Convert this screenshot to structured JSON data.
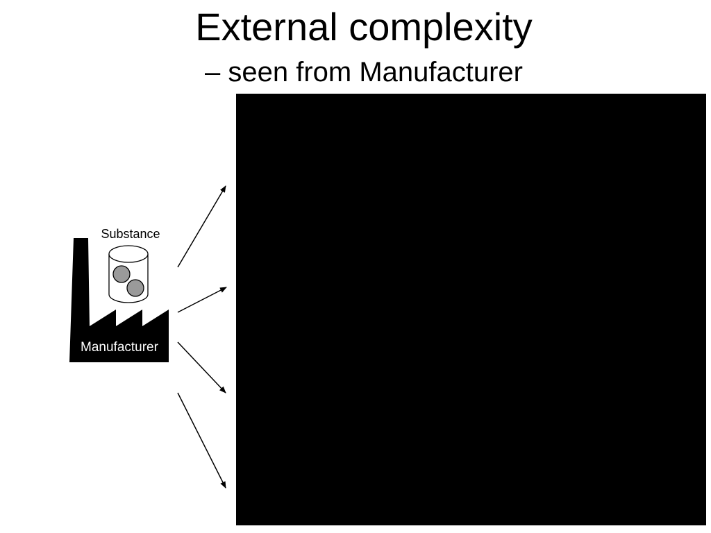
{
  "slide": {
    "title": "External complexity",
    "subtitle": "– seen from Manufacturer"
  },
  "factory": {
    "substance_label": "Substance",
    "manufacturer_label": "Manufacturer"
  },
  "colors": {
    "panel": "#000000",
    "factory": "#000000",
    "molecule": "#9a9a9a",
    "background": "#ffffff"
  },
  "icons": {
    "factory": "factory-icon",
    "container": "container-icon",
    "molecule": "molecule-icon"
  }
}
